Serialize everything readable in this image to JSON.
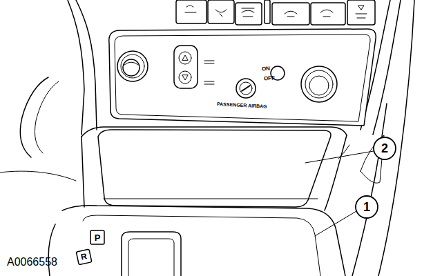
{
  "diagram": {
    "labels": [
      "2",
      "1",
      "ON",
      "OFF",
      "PASSENGER AIRBAG",
      "P",
      "R",
      "A0066558"
    ]
  }
}
